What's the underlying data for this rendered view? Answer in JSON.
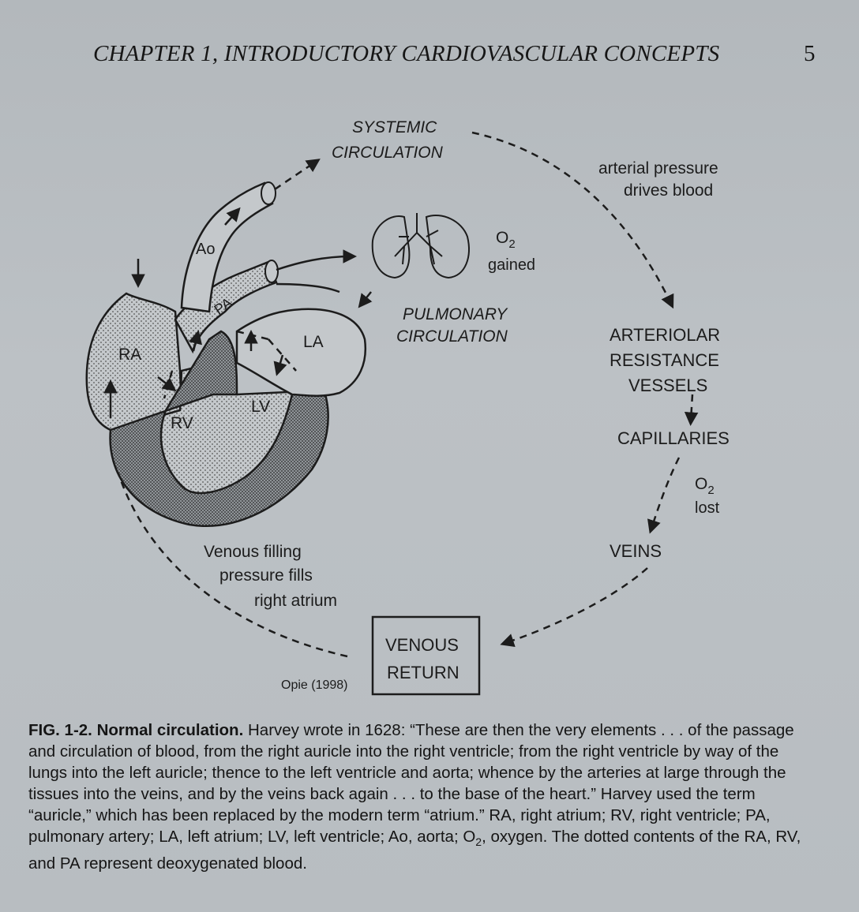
{
  "header": {
    "running_title": "CHAPTER 1, INTRODUCTORY CARDIOVASCULAR CONCEPTS",
    "page_number": "5"
  },
  "figure": {
    "systemic_line1": "SYSTEMIC",
    "systemic_line2": "CIRCULATION",
    "arterial_line1": "arterial pressure",
    "arterial_line2": "drives blood",
    "o2_symbol": "O",
    "o2_sub": "2",
    "gained": "gained",
    "pulmonary_line1": "PULMONARY",
    "pulmonary_line2": "CIRCULATION",
    "arteriolar_line1": "ARTERIOLAR",
    "arteriolar_line2": "RESISTANCE",
    "arteriolar_line3": "VESSELS",
    "capillaries": "CAPILLARIES",
    "lost": "lost",
    "veins": "VEINS",
    "venous_line1": "Venous filling",
    "venous_line2": "pressure fills",
    "venous_line3": "right atrium",
    "venous_return_line1": "VENOUS",
    "venous_return_line2": "RETURN",
    "credit": "Opie (1998)",
    "label_ao": "Ao",
    "label_pa": "PA",
    "label_ra": "RA",
    "label_rv": "RV",
    "label_la": "LA",
    "label_lv": "LV"
  },
  "caption": {
    "fig_number": "FIG. 1-2.",
    "fig_title": "Normal circulation.",
    "text_part1": "Harvey wrote in 1628: “These are then the very elements . . . of the passage and circulation of blood, from the right auricle into the right ventricle; from the right ventricle by way of the lungs into the left auricle; thence to the left ventricle and aorta; whence by the arteries at large through the tissues into the veins, and by the veins back again . . . to the base of the heart.” Harvey used the term “auricle,” which has been replaced by the modern term “atrium.” RA, right atrium; RV, right ventricle; PA, pulmonary artery; LA, left atrium; LV, left ventricle; Ao, aorta; O",
    "o2_sub": "2",
    "text_part2": ", oxygen. The dotted contents of the RA, RV, and PA represent deoxygenated blood."
  }
}
